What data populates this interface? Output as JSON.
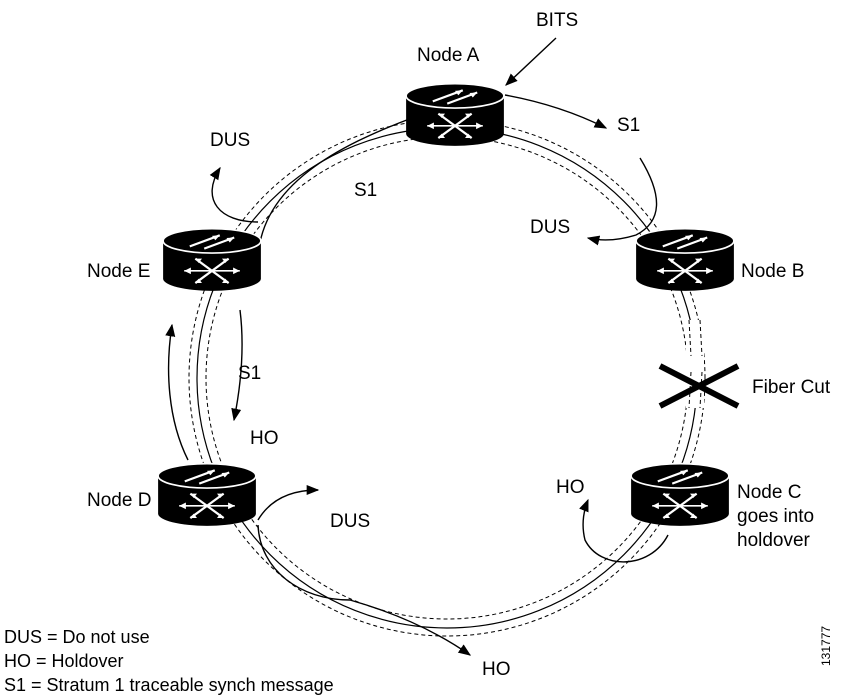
{
  "source": {
    "label": "BITS"
  },
  "nodes": [
    {
      "id": "a",
      "label": "Node A"
    },
    {
      "id": "b",
      "label": "Node B"
    },
    {
      "id": "c",
      "label": "Node C",
      "label_lines": [
        "Node C",
        "goes into",
        "holdover"
      ]
    },
    {
      "id": "d",
      "label": "Node D"
    },
    {
      "id": "e",
      "label": "Node E"
    }
  ],
  "fault": {
    "label": "Fiber Cut"
  },
  "messages": {
    "s1_a_to_b": "S1",
    "s1_a_to_e": "S1",
    "s1_e_to_d": "S1",
    "dus_b": "DUS",
    "dus_e": "DUS",
    "dus_d": "DUS",
    "ho_d": "HO",
    "ho_c": "HO",
    "ho_bottom": "HO"
  },
  "legend": [
    "DUS = Do not use",
    "HO = Holdover",
    "S1 = Stratum 1 traceable synch message"
  ],
  "figure_id": "131777"
}
